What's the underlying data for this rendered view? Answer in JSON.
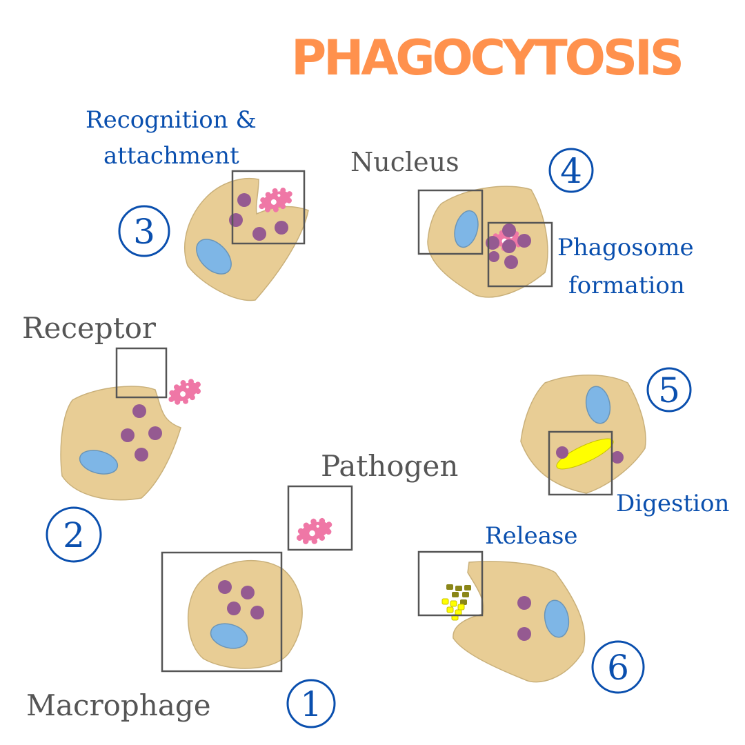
{
  "title": "PHAGOCYTOSIS",
  "colors": {
    "title": "#ff914d",
    "step_label": "#0a4fae",
    "part_label": "#555555"
  },
  "steps": [
    {
      "number": "1",
      "label": "Macrophage"
    },
    {
      "number": "2",
      "label": "Receptor"
    },
    {
      "number": "3",
      "label": "Recognition &",
      "label2": "attachment"
    },
    {
      "number": "4",
      "label": "Phagosome",
      "label2": "formation"
    },
    {
      "number": "5",
      "label": "Digestion"
    },
    {
      "number": "6",
      "label": "Release"
    }
  ],
  "parts": {
    "nucleus": "Nucleus",
    "pathogen": "Pathogen"
  }
}
